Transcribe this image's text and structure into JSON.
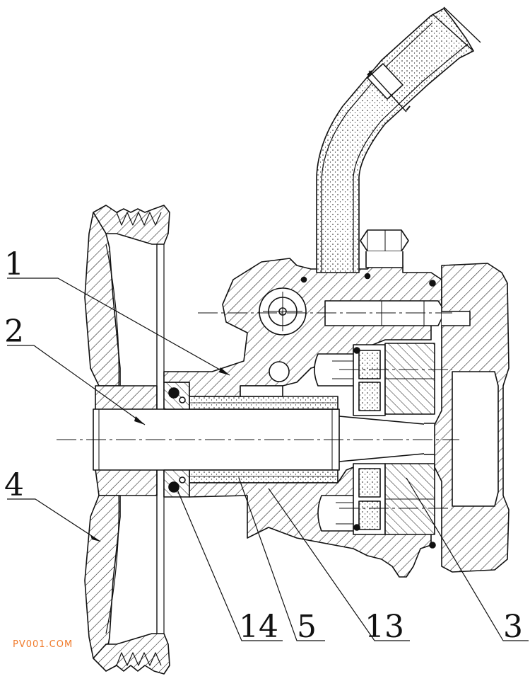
{
  "diagram": {
    "callouts": [
      {
        "id": "1",
        "label": "1"
      },
      {
        "id": "2",
        "label": "2"
      },
      {
        "id": "4",
        "label": "4"
      },
      {
        "id": "14",
        "label": "14"
      },
      {
        "id": "5",
        "label": "5"
      },
      {
        "id": "13",
        "label": "13"
      },
      {
        "id": "3",
        "label": "3"
      }
    ]
  },
  "watermark": {
    "text": "PV001.COM",
    "color": "#f07a2a"
  },
  "colors": {
    "line": "#111111",
    "background": "#ffffff"
  }
}
